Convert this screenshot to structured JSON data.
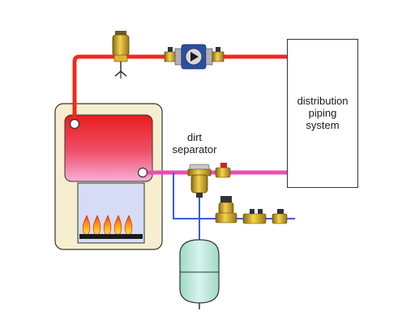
{
  "labels": {
    "distribution": [
      "distribution",
      "piping",
      "system"
    ],
    "dirt_separator": [
      "dirt",
      "separator"
    ]
  },
  "colors": {
    "supply_pipe": "#f02a1e",
    "return_pipe": "#e84fb4",
    "cold_pipe": "#3b5bd6",
    "boiler_cabinet": "#f6efcf",
    "heat_exchanger_top": "#e81c1c",
    "heat_exchanger_bottom": "#f6a8d6",
    "combustion_chamber": "#d6dcf6",
    "expansion_tank": "#bfe9dd",
    "brass": "#d6a820"
  },
  "icons": [
    "air-vent-icon",
    "circulator-pump-icon",
    "isolation-valve-icon",
    "dirt-separator-icon",
    "pressure-reducing-valve-icon",
    "backflow-preventer-icon",
    "expansion-tank-icon",
    "burner-flame-icon"
  ]
}
